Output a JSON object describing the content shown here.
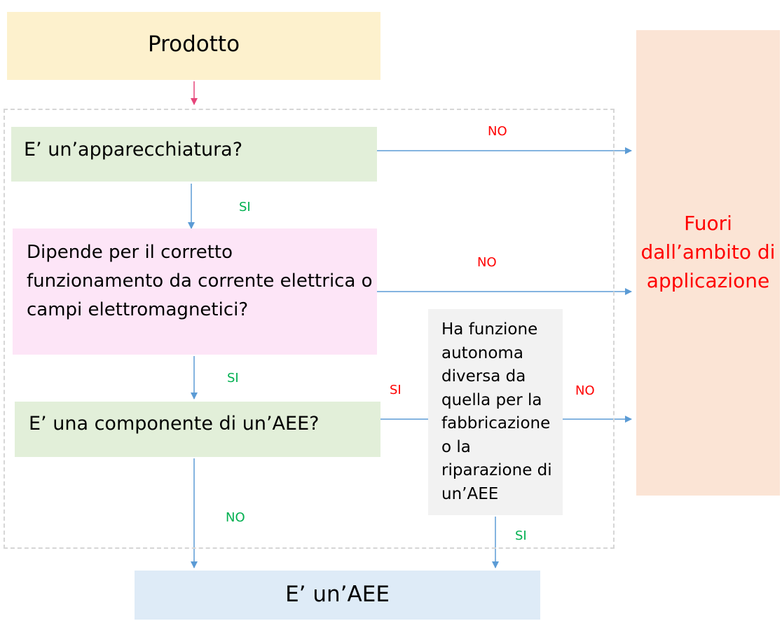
{
  "start": {
    "label": "Prodotto"
  },
  "questions": {
    "q1": "E’ un’apparecchiatura?",
    "q2": "Dipende per il corretto funzionamento da corrente elettrica o campi elettromagnetici?",
    "q3": "E’ una componente di un’AEE?",
    "q4": "Ha funzione autonoma diversa da quella per la fabbricazione o la riparazione di un’AEE"
  },
  "outcomes": {
    "out_of_scope": "Fuori dall’ambito di applicazione",
    "is_aee": "E’ un’AEE"
  },
  "edge_labels": {
    "q1_no": "NO",
    "q1_si": "SI",
    "q2_no": "NO",
    "q2_si": "SI",
    "q3_si": "SI",
    "q3_no": "NO",
    "q4_no": "NO",
    "q4_si": "SI"
  },
  "colors": {
    "yes": "#00b050",
    "no": "#ff0000",
    "arrow": "#5b9bd5",
    "start_arrow": "#e6457a"
  }
}
